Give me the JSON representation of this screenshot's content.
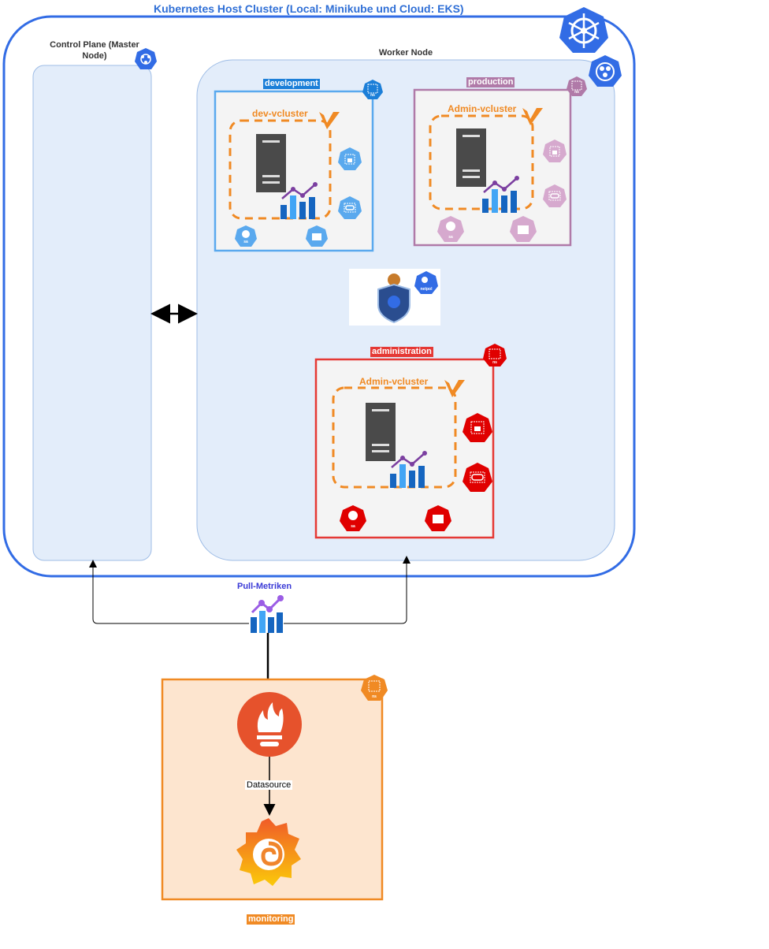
{
  "cluster": {
    "title": "Kubernetes Host Cluster (Local: Minikube und Cloud: EKS)"
  },
  "control_plane": {
    "label": "Control Plane (Master Node)"
  },
  "worker": {
    "label": "Worker Node"
  },
  "namespaces": {
    "development": {
      "label": "development",
      "vcluster": "dev-vcluster"
    },
    "production": {
      "label": "production",
      "vcluster": "Admin-vcluster"
    },
    "administration": {
      "label": "administration",
      "vcluster": "Admin-vcluster"
    },
    "monitoring": {
      "label": "monitoring"
    }
  },
  "badges": {
    "ns": "ns",
    "sa": "sa",
    "netpol": "netpol"
  },
  "pull_metrics": {
    "label": "Pull-Metriken"
  },
  "datasource": {
    "label": "Datasource"
  },
  "colors": {
    "k8s_blue": "#326ce5",
    "dev_blue": "#5aa9ee",
    "prod_purple": "#b07aa8",
    "admin_red": "#e53935",
    "monitoring_orange": "#f08a24",
    "prometheus": "#e6522c"
  }
}
